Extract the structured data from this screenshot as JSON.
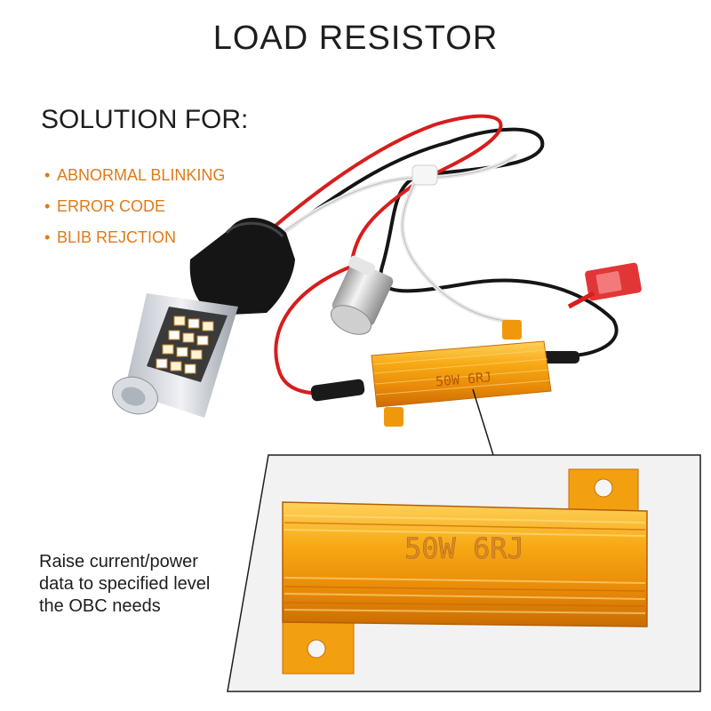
{
  "title": "LOAD RESISTOR",
  "solution": {
    "heading": "SOLUTION FOR:",
    "items": [
      {
        "bullet": "•",
        "label": "ABNORMAL BLINKING"
      },
      {
        "bullet": "•",
        "label": "ERROR CODE"
      },
      {
        "bullet": "•",
        "label": "BLIB REJCTION"
      }
    ]
  },
  "resistor": {
    "marking_small": "50W 6RJ",
    "marking_large": "50W 6RJ"
  },
  "caption": {
    "lines": [
      "Raise current/power",
      "data to specified level",
      "the OBC needs"
    ]
  },
  "colors": {
    "accent": "#e07a17",
    "text": "#1e1e1e",
    "gold": "#f2a00e",
    "wire_red": "#d71d1d",
    "wire_black": "#151515",
    "wire_white": "#f4f4f4"
  }
}
